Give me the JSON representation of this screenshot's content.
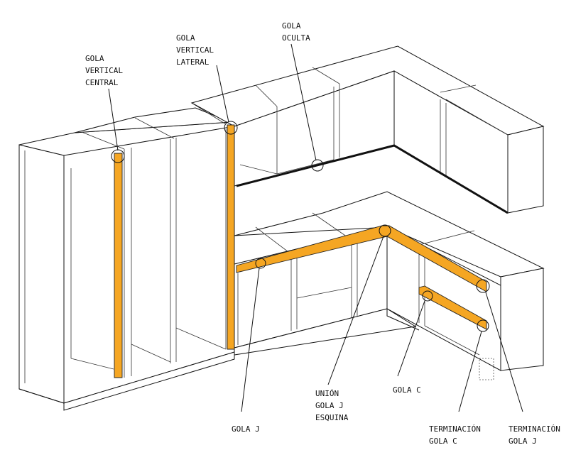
{
  "colors": {
    "gola_fill": "#f5a623",
    "line": "#111111",
    "background": "#ffffff"
  },
  "labels": {
    "gola_vertical_central": [
      "GOLA",
      "VERTICAL",
      "CENTRAL"
    ],
    "gola_vertical_lateral": [
      "GOLA",
      "VERTICAL",
      "LATERAL"
    ],
    "gola_oculta": [
      "GOLA",
      "OCULTA"
    ],
    "gola_j": [
      "GOLA J"
    ],
    "union_gola_j_esquina": [
      "UNIÓN",
      "GOLA J",
      "ESQUINA"
    ],
    "gola_c": [
      "GOLA C"
    ],
    "terminacion_gola_c": [
      "TERMINACIÓN",
      "GOLA C"
    ],
    "terminacion_gola_j": [
      "TERMINACIÓN",
      "GOLA J"
    ]
  }
}
